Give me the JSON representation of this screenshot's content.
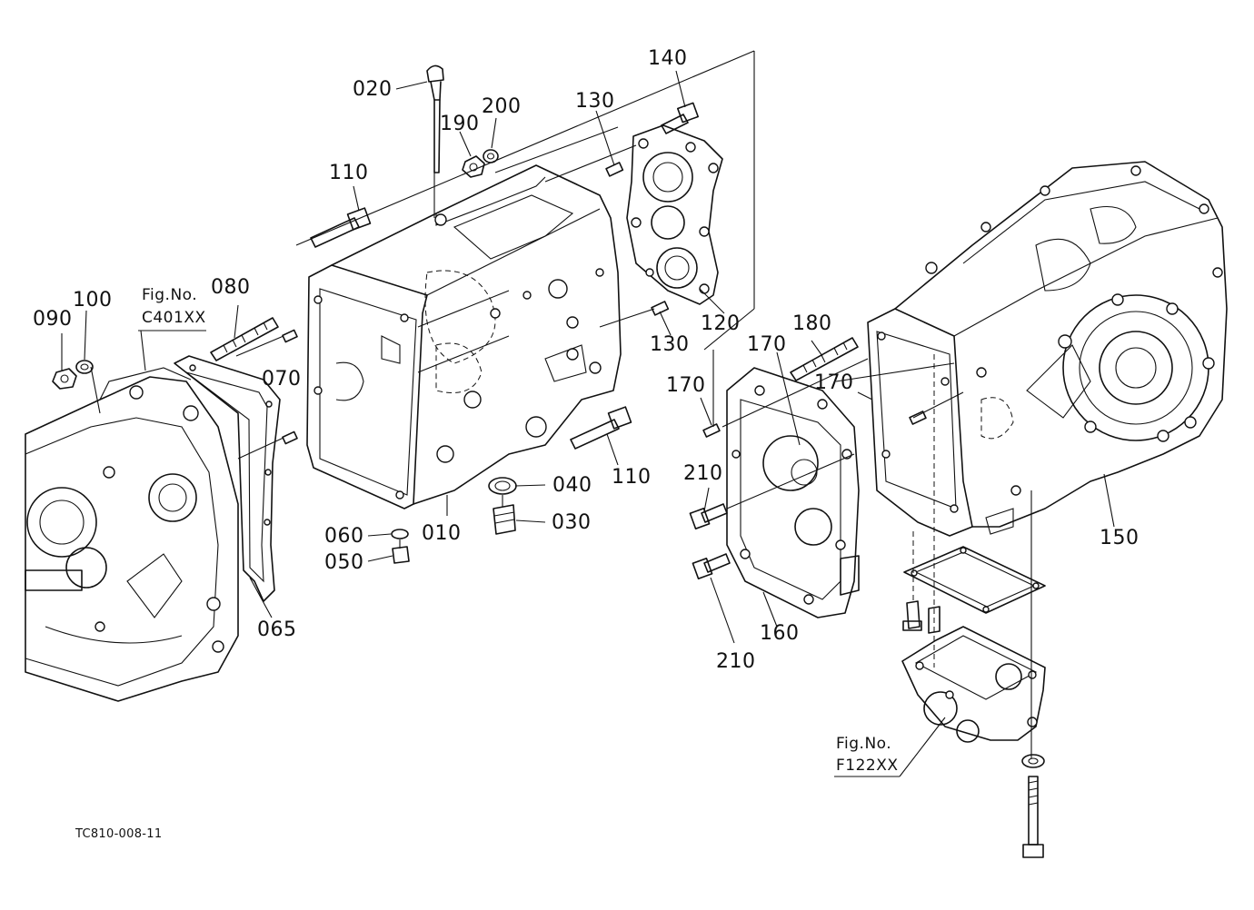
{
  "drawing_code": "TC810-008-11",
  "references": [
    {
      "id": "fig-c401",
      "line1": "Fig.No.",
      "line2": "C401XX"
    },
    {
      "id": "fig-f122",
      "line1": "Fig.No.",
      "line2": "F122XX"
    }
  ],
  "callouts": {
    "c010": "010",
    "c020": "020",
    "c030": "030",
    "c040": "040",
    "c050": "050",
    "c060": "060",
    "c065": "065",
    "c070": "070",
    "c080": "080",
    "c090": "090",
    "c100": "100",
    "c110a": "110",
    "c110b": "110",
    "c120": "120",
    "c130a": "130",
    "c130b": "130",
    "c140": "140",
    "c150": "150",
    "c160": "160",
    "c170a": "170",
    "c170b": "170",
    "c170c": "170",
    "c180": "180",
    "c190": "190",
    "c200": "200",
    "c210a": "210",
    "c210b": "210"
  }
}
